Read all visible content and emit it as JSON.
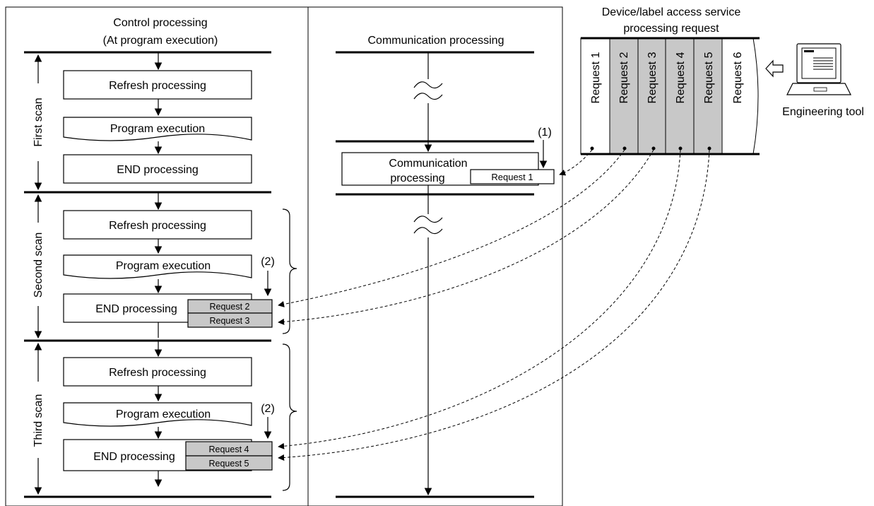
{
  "control": {
    "title_line1": "Control processing",
    "title_line2": "(At program execution)",
    "scans": [
      {
        "label": "First scan"
      },
      {
        "label": "Second scan"
      },
      {
        "label": "Third scan"
      }
    ],
    "refresh_label": "Refresh processing",
    "program_label": "Program execution",
    "end_label": "END processing",
    "marker_2": "(2)"
  },
  "communication": {
    "title": "Communication processing",
    "box_line1": "Communication",
    "box_line2": "processing",
    "marker_1": "(1)"
  },
  "queue": {
    "title_line1": "Device/label access service",
    "title_line2": "processing request",
    "requests": [
      {
        "label": "Request 1",
        "color": "#ffffff"
      },
      {
        "label": "Request 2",
        "color": "#c8c8c8"
      },
      {
        "label": "Request 3",
        "color": "#c8c8c8"
      },
      {
        "label": "Request 4",
        "color": "#c8c8c8"
      },
      {
        "label": "Request 5",
        "color": "#c8c8c8"
      },
      {
        "label": "Request 6",
        "color": "#ffffff"
      }
    ],
    "tool_label": "Engineering tool"
  }
}
